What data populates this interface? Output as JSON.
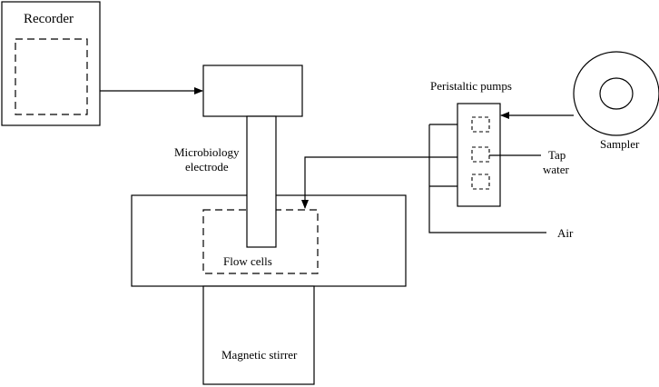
{
  "labels": {
    "recorder": "Recorder",
    "microbiology_electrode_line1": "Microbiology",
    "microbiology_electrode_line2": "electrode",
    "peristaltic_pumps": "Peristaltic pumps",
    "sampler": "Sampler",
    "tap_water_line1": "Tap",
    "tap_water_line2": "water",
    "air": "Air",
    "flow_cells": "Flow cells",
    "magnetic_stirrer": "Magnetic stirrer"
  }
}
